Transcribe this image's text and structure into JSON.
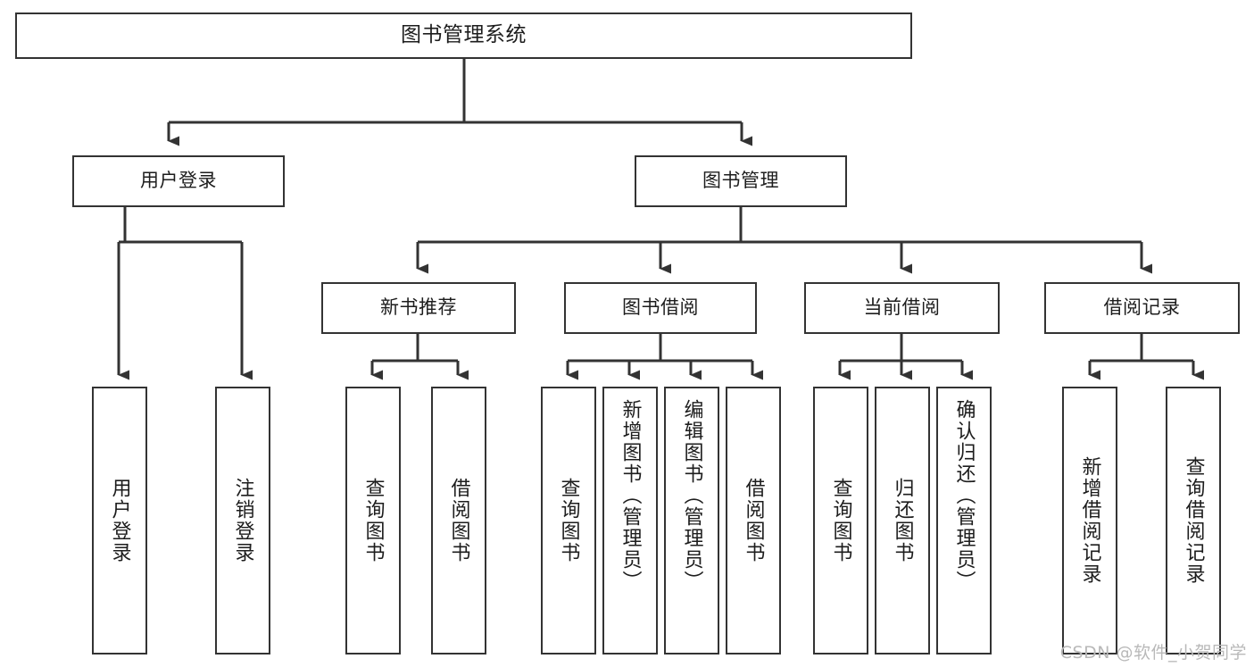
{
  "diagram": {
    "title": "图书管理系统",
    "background": "#ffffff",
    "line_color": "#333333",
    "box_border_color": "#333333",
    "text_color": "#1d1d1d",
    "root": {
      "label": "图书管理系统"
    },
    "level2": [
      {
        "label": "用户登录"
      },
      {
        "label": "图书管理"
      }
    ],
    "level3": [
      {
        "label": "新书推荐"
      },
      {
        "label": "图书借阅"
      },
      {
        "label": "当前借阅"
      },
      {
        "label": "借阅记录"
      }
    ],
    "leaves": [
      {
        "label": "用户登录"
      },
      {
        "label": "注销登录"
      },
      {
        "label": "查询图书"
      },
      {
        "label": "借阅图书"
      },
      {
        "label": "查询图书"
      },
      {
        "label": "新增图书（管理员）"
      },
      {
        "label": "编辑图书（管理员）"
      },
      {
        "label": "借阅图书"
      },
      {
        "label": "查询图书"
      },
      {
        "label": "归还图书"
      },
      {
        "label": "确认归还（管理员）"
      },
      {
        "label": "新增借阅记录"
      },
      {
        "label": "查询借阅记录"
      }
    ],
    "watermark": "CSDN @软件_小贺同学"
  }
}
